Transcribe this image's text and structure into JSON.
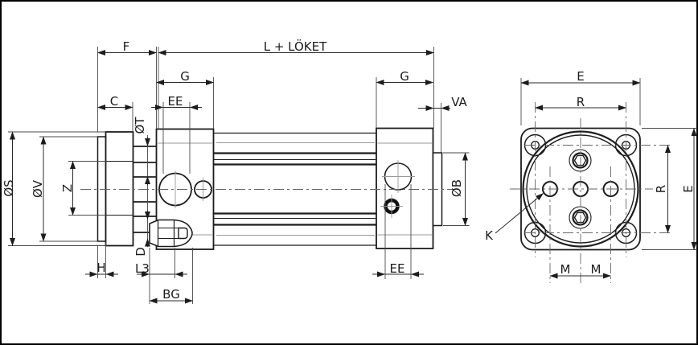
{
  "drawing": {
    "description_labels": {
      "f": "F",
      "stroke_length": "L + LÖKET",
      "g_front": "G",
      "g_rear": "G",
      "c": "C",
      "ee_front": "EE",
      "ee_rear": "EE",
      "va": "VA",
      "dia_t": "ØT",
      "dia_s": "ØS",
      "dia_v": "ØV",
      "z": "Z",
      "dia_b": "ØB",
      "d": "D",
      "h": "H",
      "l3": "L3",
      "bg": "BG",
      "e_top": "E",
      "e_right": "E",
      "r_top": "R",
      "r_right": "R",
      "m_left": "M",
      "m_right": "M",
      "k": "K"
    },
    "colors": {
      "line": "#1c1c1c",
      "aux": "#4a4a4a",
      "soft": "#9a9a9a",
      "background": "#ffffff",
      "border": "#000000"
    }
  }
}
